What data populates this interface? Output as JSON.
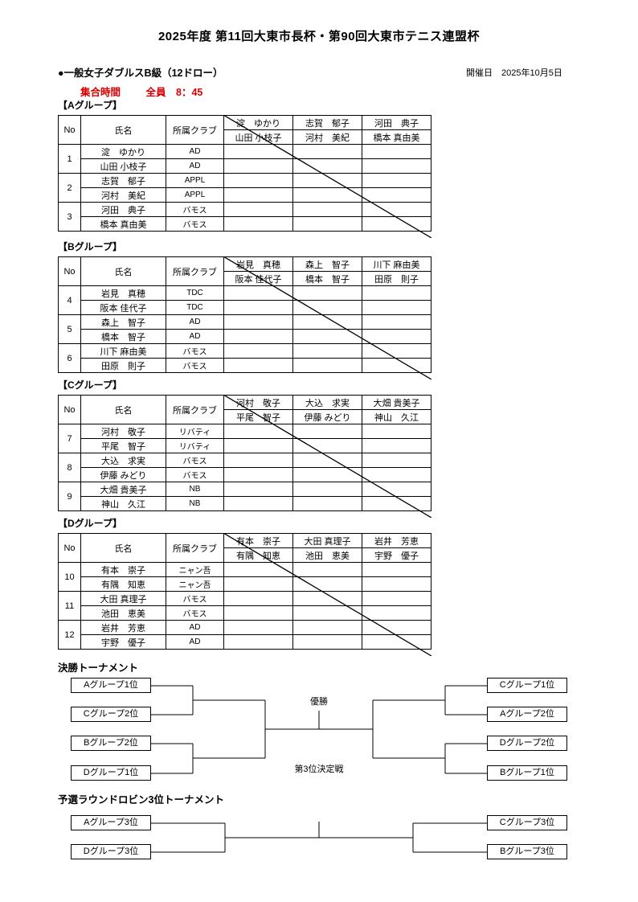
{
  "page": {
    "title": "2025年度 第11回大東市長杯・第90回大東市テニス連盟杯",
    "event_title": "●一般女子ダブルスB級（12ドロー）",
    "event_date": "開催日　2025年10月5日",
    "meeting_time_label": "集合時間",
    "meeting_time_value": "全員　8：45",
    "accent_red": "#d80000"
  },
  "table_headers": {
    "no": "No",
    "name": "氏名",
    "club": "所属クラブ"
  },
  "groups": [
    {
      "title": "【Aグループ】",
      "pairs": [
        {
          "no": "1",
          "players": [
            "淀　ゆかり",
            "山田 小枝子"
          ],
          "clubs": [
            "AD",
            "AD"
          ]
        },
        {
          "no": "2",
          "players": [
            "志賀　郁子",
            "河村　美紀"
          ],
          "clubs": [
            "APPL",
            "APPL"
          ]
        },
        {
          "no": "3",
          "players": [
            "河田　典子",
            "橋本 真由美"
          ],
          "clubs": [
            "バモス",
            "バモス"
          ]
        }
      ]
    },
    {
      "title": "【Bグループ】",
      "pairs": [
        {
          "no": "4",
          "players": [
            "岩見　真穂",
            "阪本 佳代子"
          ],
          "clubs": [
            "TDC",
            "TDC"
          ]
        },
        {
          "no": "5",
          "players": [
            "森上　智子",
            "橋本　智子"
          ],
          "clubs": [
            "AD",
            "AD"
          ]
        },
        {
          "no": "6",
          "players": [
            "川下 麻由美",
            "田原　則子"
          ],
          "clubs": [
            "バモス",
            "バモス"
          ]
        }
      ]
    },
    {
      "title": "【Cグループ】",
      "pairs": [
        {
          "no": "7",
          "players": [
            "河村　敬子",
            "平尾　智子"
          ],
          "clubs": [
            "リバティ",
            "リバティ"
          ]
        },
        {
          "no": "8",
          "players": [
            "大込　求実",
            "伊藤 みどり"
          ],
          "clubs": [
            "バモス",
            "バモス"
          ]
        },
        {
          "no": "9",
          "players": [
            "大畑 貴美子",
            "神山　久江"
          ],
          "clubs": [
            "NB",
            "NB"
          ]
        }
      ]
    },
    {
      "title": "【Dグループ】",
      "pairs": [
        {
          "no": "10",
          "players": [
            "有本　崇子",
            "有隅　知恵"
          ],
          "clubs": [
            "ニャン吾",
            "ニャン吾"
          ]
        },
        {
          "no": "11",
          "players": [
            "大田 真理子",
            "池田　恵美"
          ],
          "clubs": [
            "バモス",
            "バモス"
          ]
        },
        {
          "no": "12",
          "players": [
            "岩井　芳恵",
            "宇野　優子"
          ],
          "clubs": [
            "AD",
            "AD"
          ]
        }
      ]
    }
  ],
  "final_tournament": {
    "title": "決勝トーナメント",
    "left": [
      "Aグループ1位",
      "Cグループ2位",
      "Bグループ2位",
      "Dグループ1位"
    ],
    "right": [
      "Cグループ1位",
      "Aグループ2位",
      "Dグループ2位",
      "Bグループ1位"
    ],
    "champion_label": "優勝",
    "third_place_label": "第3位決定戦"
  },
  "consolation_tournament": {
    "title": "予選ラウンドロビン3位トーナメント",
    "left": [
      "Aグループ3位",
      "Dグループ3位"
    ],
    "right": [
      "Cグループ3位",
      "Bグループ3位"
    ]
  }
}
